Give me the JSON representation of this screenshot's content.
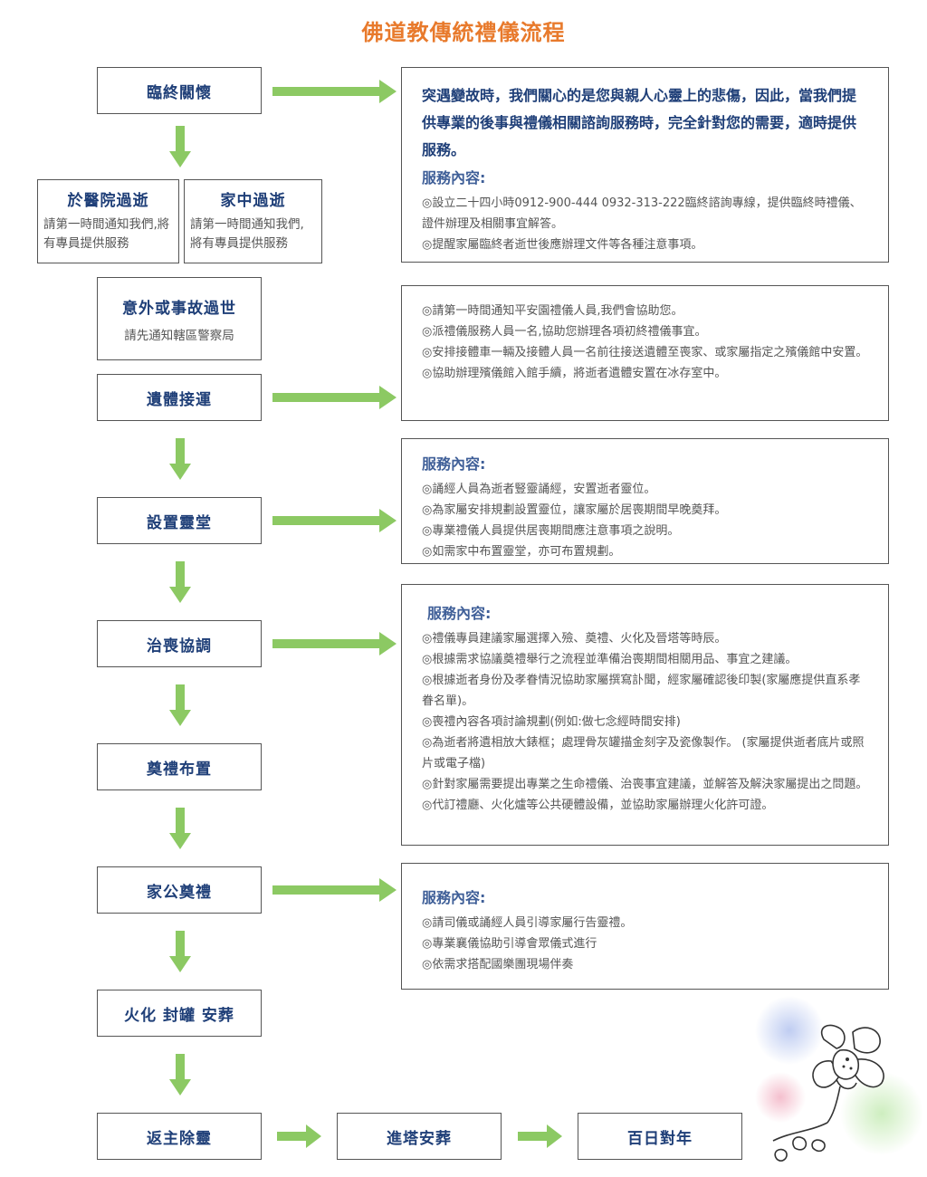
{
  "title": "佛道教傳統禮儀流程",
  "steps": {
    "s1": "臨終關懷",
    "s2": "於醫院過逝",
    "s2_note": "請第一時間通知我們,將有專員提供服務",
    "s3": "家中過逝",
    "s3_note": "請第一時間通知我們,將有專員提供服務",
    "s4": "意外或事故過世",
    "s4_note": "請先通知轄區警察局",
    "s5": "遺體接運",
    "s6": "設置靈堂",
    "s7": "治喪協調",
    "s8": "奠禮布置",
    "s9": "家公奠禮",
    "s10": "火化 封罐 安葬",
    "s11": "返主除靈",
    "s12": "進塔安葬",
    "s13": "百日對年"
  },
  "info_boxes": {
    "b1": {
      "intro": "突遇變故時，我們關心的是您與親人心靈上的悲傷，因此，當我們提供專業的後事與禮儀相關諮詢服務時，完全針對您的需要，適時提供服務。",
      "heading": "服務內容:",
      "items": [
        "◎設立二十四小時0912-900-444 0932-313-222臨終諮詢專線，提供臨終時禮儀、證件辦理及相關事宜解答。",
        "◎提醒家屬臨終者逝世後應辦理文件等各種注意事項。"
      ]
    },
    "b2": {
      "items": [
        "◎請第一時間通知平安園禮儀人員,我們會協助您。",
        "◎派禮儀服務人員一名,協助您辦理各項初終禮儀事宜。",
        "◎安排接體車一輛及接體人員一名前往接送遺體至喪家、或家屬指定之殯儀館中安置。",
        "◎協助辦理殯儀館入館手續，將逝者遺體安置在冰存室中。"
      ]
    },
    "b3": {
      "heading": "服務內容:",
      "items": [
        "◎誦經人員為逝者豎靈誦經，安置逝者靈位。",
        "◎為家屬安排規劃設置靈位，讓家屬於居喪期間早晚奠拜。",
        "◎專業禮儀人員提供居喪期間應注意事項之說明。",
        "◎如需家中布置靈堂，亦可布置規劃。"
      ]
    },
    "b4": {
      "heading": "服務內容:",
      "items": [
        "◎禮儀專員建議家屬選擇入殮、奠禮、火化及晉塔等時辰。",
        "◎根據需求協議奠禮舉行之流程並準備治喪期間相關用品、事宜之建議。",
        "◎根據逝者身份及孝眷情況協助家屬撰寫訃聞，經家屬確認後印製(家屬應提供直系孝眷名單)。",
        "◎喪禮內容各項討論規劃(例如:做七念經時間安排)",
        "◎為逝者將遺相放大錶框；處理骨灰罐描金刻字及瓷像製作。 (家屬提供逝者底片或照片或電子檔)",
        "◎針對家屬需要提出專業之生命禮儀、治喪事宜建議，並解答及解決家屬提出之問題。",
        "◎代訂禮廳、火化爐等公共硬體設備，並協助家屬辦理火化許可證。"
      ]
    },
    "b5": {
      "heading": "服務內容:",
      "items": [
        "◎請司儀或誦經人員引導家屬行告靈禮。",
        "◎專業襄儀協助引導會眾儀式進行",
        "◎依需求搭配國樂團現場伴奏"
      ]
    }
  },
  "colors": {
    "title": "#e87a2c",
    "step_text": "#1f3f78",
    "arrow": "#8cc963",
    "border": "#555555"
  }
}
